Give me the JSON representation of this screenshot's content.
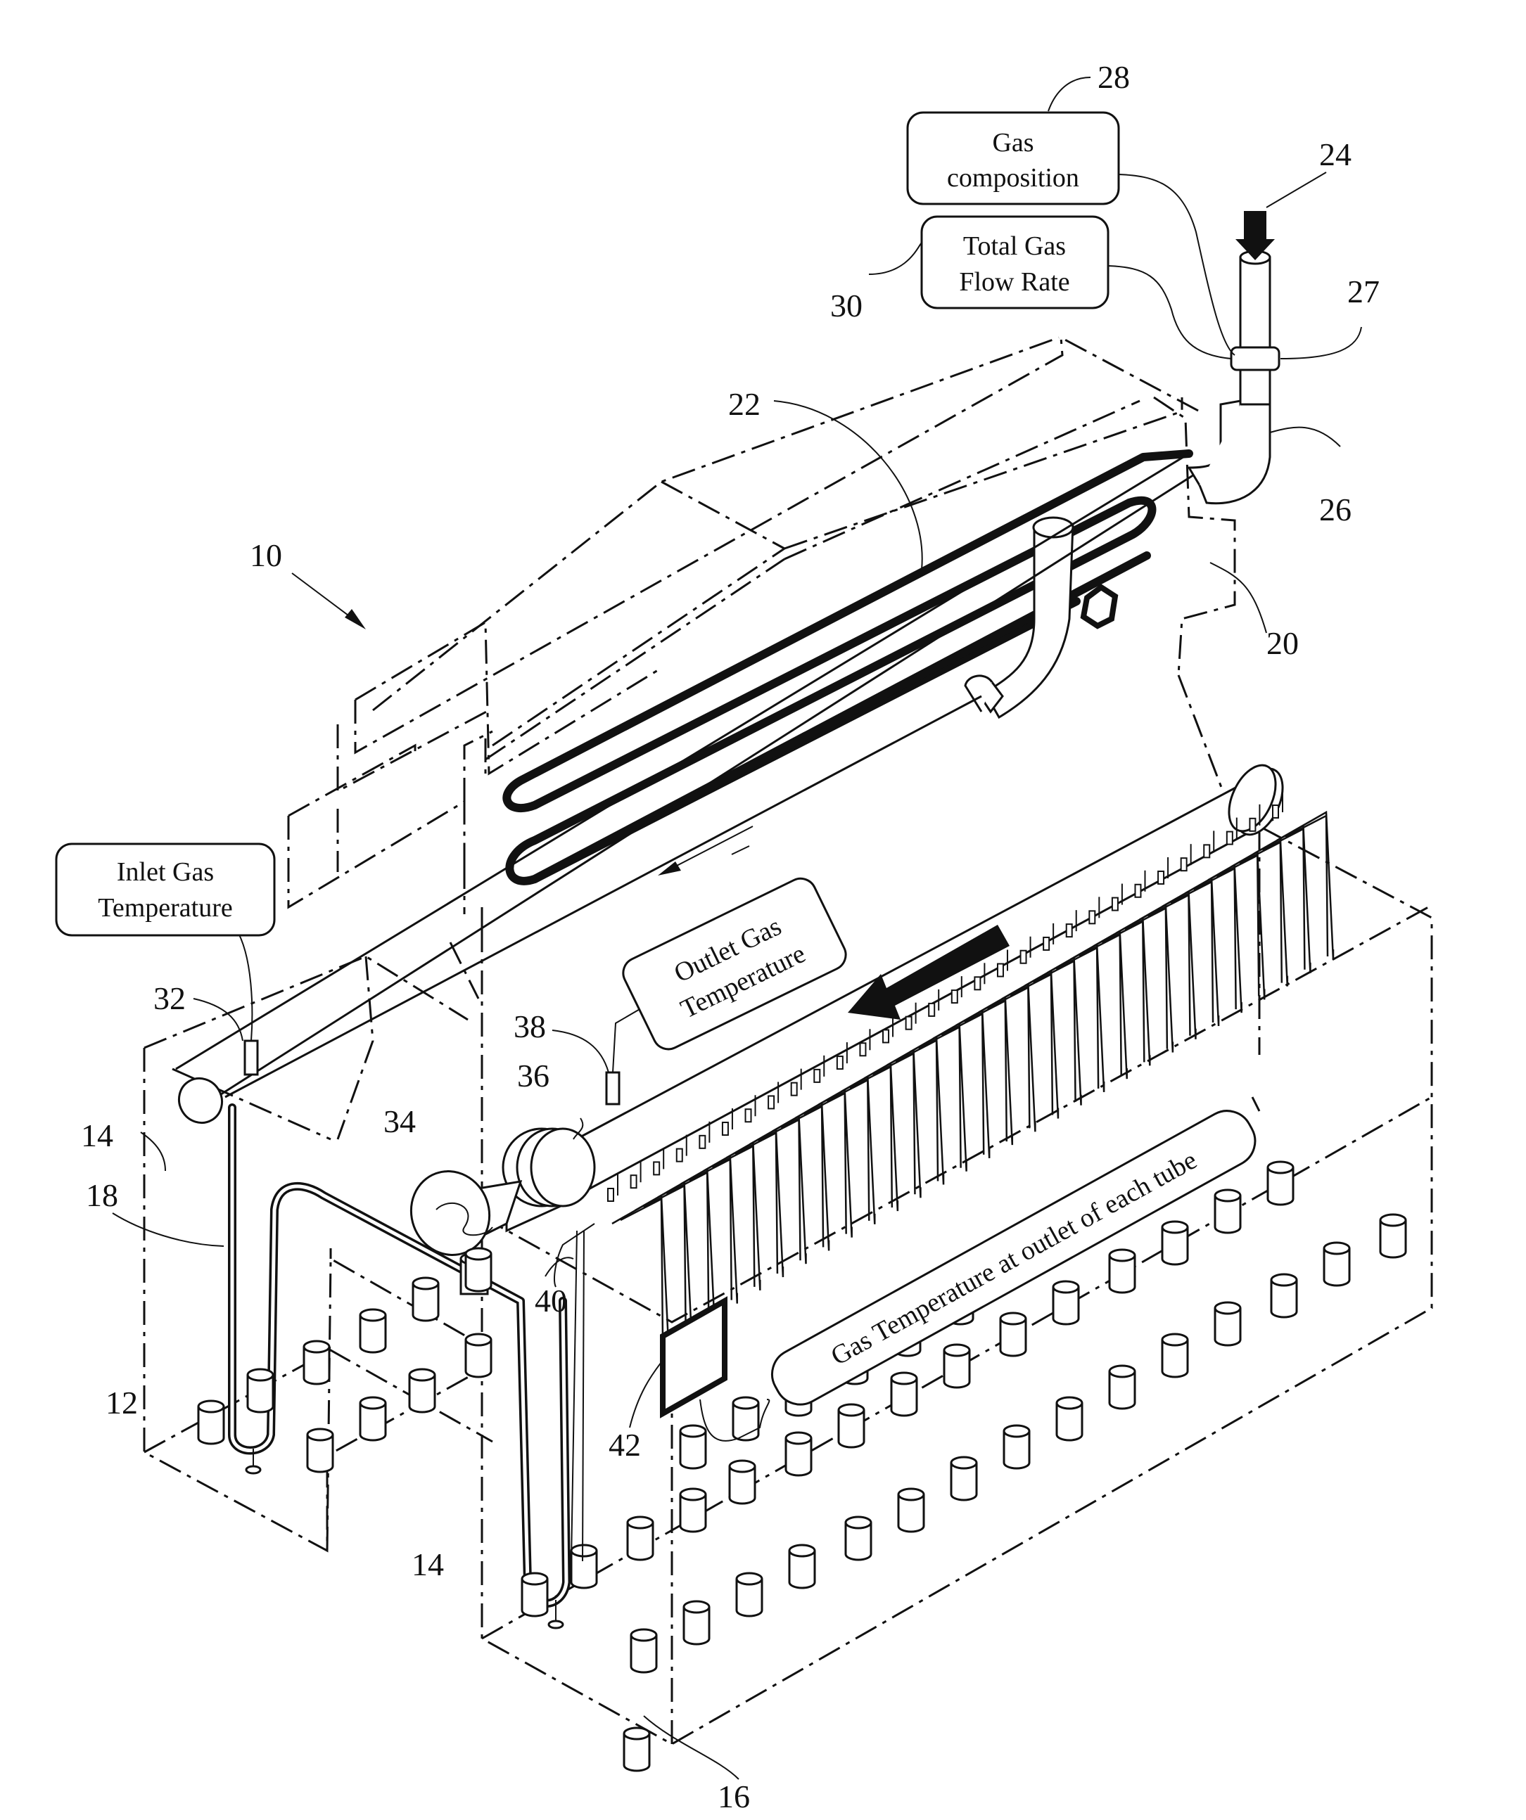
{
  "reference_numerals": {
    "n10": "10",
    "n12": "12",
    "n14a": "14",
    "n14b": "14",
    "n16": "16",
    "n18": "18",
    "n20": "20",
    "n22": "22",
    "n24": "24",
    "n26": "26",
    "n27": "27",
    "n28": "28",
    "n30": "30",
    "n32": "32",
    "n34": "34",
    "n36": "36",
    "n38": "38",
    "n40": "40",
    "n42": "42"
  },
  "boxes": {
    "gas_composition": [
      "Gas",
      "composition"
    ],
    "total_gas_flow_rate": [
      "Total Gas",
      "Flow Rate"
    ],
    "inlet_gas_temperature": [
      "Inlet Gas",
      "Temperature"
    ],
    "outlet_gas_temperature": [
      "Outlet Gas",
      "Temperature"
    ],
    "gas_temperature_tubes": "Gas Temperature at outlet of each tube"
  }
}
